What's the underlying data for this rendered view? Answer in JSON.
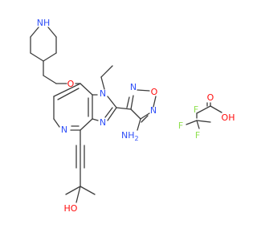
{
  "molecule": {
    "atoms": {
      "nh_piperidine": "NH",
      "o_ether": "O",
      "n_imid_top": "N",
      "n_imid_bottom": "N",
      "n_pyridine": "N",
      "n_oxa_left": "N",
      "o_oxa": "O",
      "n_oxa_right": "N",
      "amino_n": "NH",
      "amino_sub": "2",
      "ho_alkyne": "HO"
    }
  },
  "counterion": {
    "atoms": {
      "f_top": "F",
      "f_left": "F",
      "f_bottom": "F",
      "o_carbonyl": "O",
      "oh_acid": "OH"
    }
  },
  "colors": {
    "bond": "#3c3c3c",
    "nitrogen": "#3050f8",
    "oxygen": "#ff0d0d",
    "fluorine": "#90e050"
  }
}
